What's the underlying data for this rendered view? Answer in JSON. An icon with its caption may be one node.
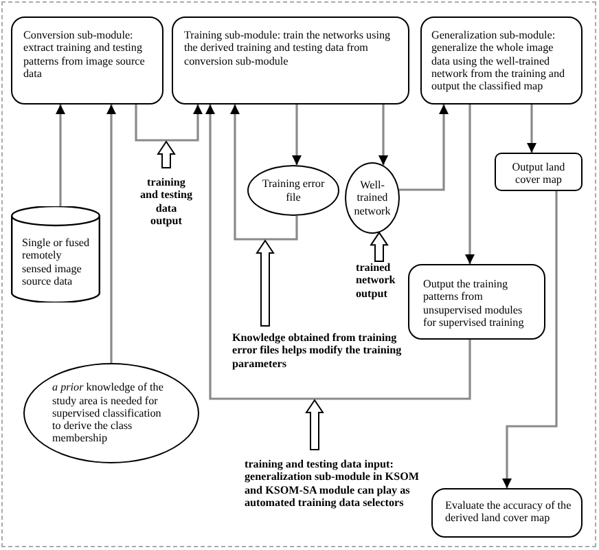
{
  "diagram": {
    "nodes": [
      {
        "text": [
          "Conversion sub-module: extract training and testing patterns from image source data"
        ]
      },
      {
        "text": [
          "Training sub-module: train the networks using the derived training and testing data from conversion sub-module"
        ]
      },
      {
        "text": [
          "Generalization sub-module: generalize the whole image data using the well-trained network from the training and output the classified map"
        ]
      },
      {
        "text": [
          "Single or fused remotely sensed image source data"
        ]
      },
      {
        "text": [
          "Training error file"
        ]
      },
      {
        "text": [
          "Well-trained network"
        ]
      },
      {
        "text": [
          "Output land cover map"
        ]
      },
      {
        "text": [
          "Output the training patterns from unsupervised modules for supervised training"
        ]
      },
      {
        "text": [
          "*a prior* knowledge of the study area is needed for supervised classification  to derive the class membership"
        ]
      },
      {
        "text": [
          "Evaluate the accuracy of the derived land  cover map"
        ]
      },
      {
        "text": [
          "trained network output"
        ]
      }
    ],
    "edges": [
      {
        "from": 3,
        "to": 0,
        "arrow": "to"
      },
      {
        "from": 8,
        "to": 0,
        "arrow": "to"
      },
      {
        "from": 0,
        "to": 1,
        "arrow": "to"
      },
      {
        "from": 7,
        "to": 1,
        "arrow": "to"
      },
      {
        "from": 4,
        "to": 1,
        "arrow": "to"
      },
      {
        "from": 1,
        "to": 4,
        "arrow": "to"
      },
      {
        "from": 1,
        "to": 5,
        "arrow": "to"
      },
      {
        "from": 5,
        "to": 2,
        "arrow": "to"
      },
      {
        "from": 2,
        "to": 7,
        "arrow": "to"
      },
      {
        "from": 2,
        "to": 6,
        "arrow": "to"
      },
      {
        "from": 6,
        "to": 9,
        "arrow": "to"
      },
      {
        "from": 10,
        "to": 5,
        "arrow": "to",
        "style": "thick"
      }
    ],
    "labels": [
      "training and testing data output",
      "Knowledge obtained from training error files helps modify the training parameters",
      "training and testing data input: generalization sub-module in KSOM and KSOM-SA module can play as automated training data selectors"
    ]
  }
}
